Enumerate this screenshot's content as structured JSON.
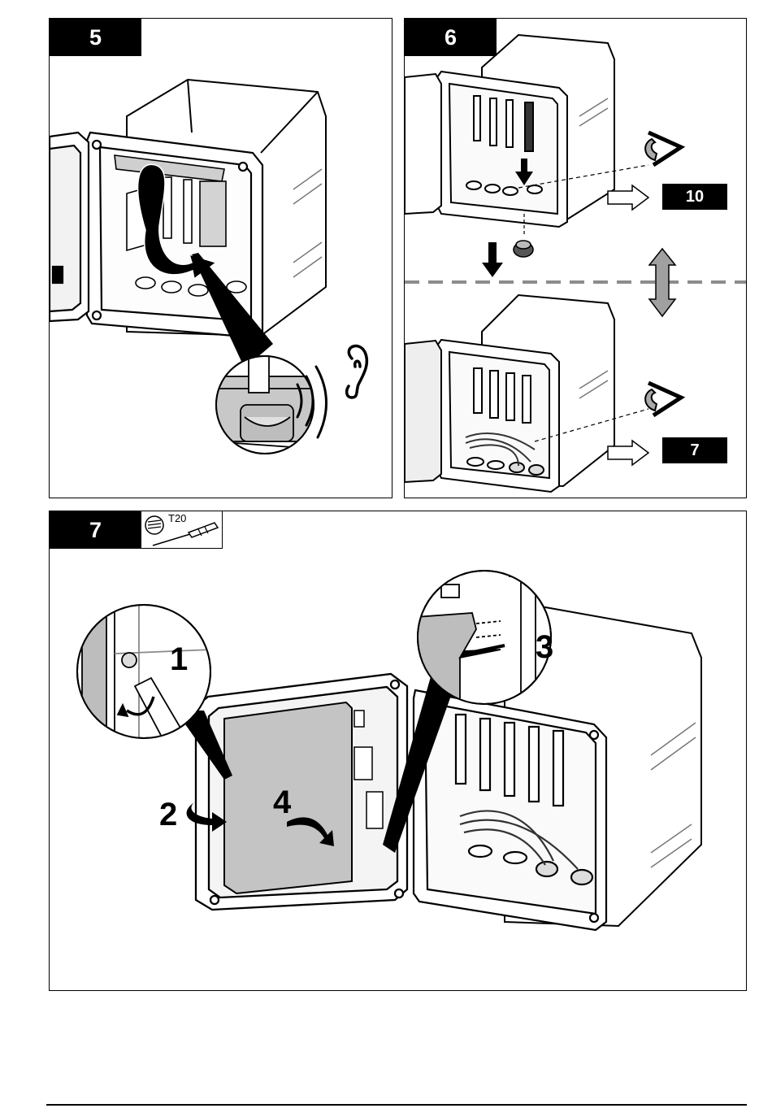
{
  "page": {
    "type": "installation-manual-illustration-page",
    "footer_rule": true
  },
  "panels": [
    {
      "step": "5",
      "description": "Fold the ribbon/module into place inside the open enclosure until it clicks",
      "icons": [
        "curved-arrow-icon",
        "magnifier-callout",
        "ear-icon",
        "sound-waves-icon"
      ]
    },
    {
      "step": "6",
      "scenarios": [
        {
          "description": "Remove plug from cable gland opening, look through opening",
          "goto_step": "10",
          "icons": [
            "down-arrow-icon",
            "eye-icon",
            "right-hollow-arrow-icon",
            "gland-plug-icon"
          ]
        },
        {
          "description": "Cables already installed through glands",
          "goto_step": "7",
          "icons": [
            "eye-icon",
            "right-hollow-arrow-icon"
          ]
        }
      ],
      "divider": "dashed",
      "alternate_icon": "double-headed-vertical-arrow-icon"
    },
    {
      "step": "7",
      "tool": {
        "name": "screwdriver",
        "bit": "T20"
      },
      "callouts": [
        {
          "number": "1",
          "action": "Loosen screw (counter-clockwise)"
        },
        {
          "number": "2",
          "action": "Rotate latch"
        },
        {
          "number": "3",
          "action": "Slide cover out"
        },
        {
          "number": "4",
          "action": "Swing cover open"
        }
      ]
    }
  ]
}
